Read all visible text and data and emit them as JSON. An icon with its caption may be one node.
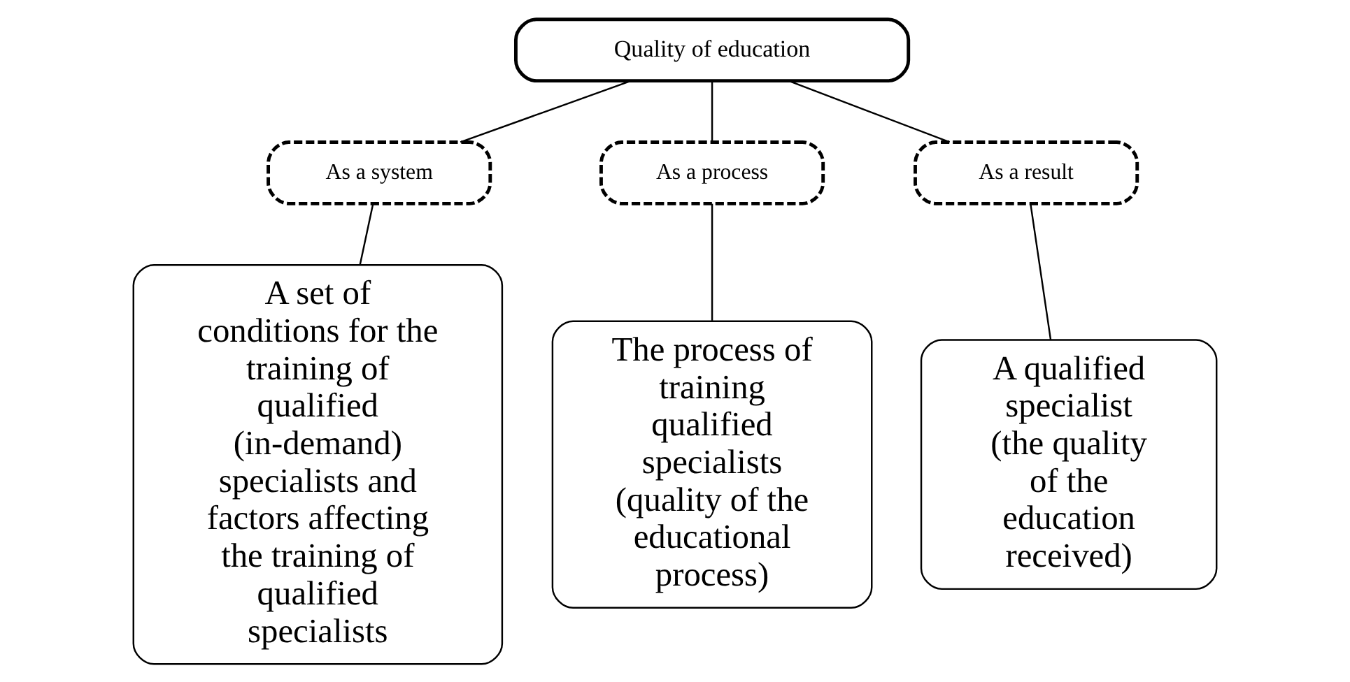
{
  "diagram": {
    "nodes": [
      {
        "text": [
          "Quality of education"
        ]
      },
      {
        "text": [
          "As a system"
        ]
      },
      {
        "text": [
          "As a process"
        ]
      },
      {
        "text": [
          "As a result"
        ]
      },
      {
        "text": [
          "A set of conditions for the training of qualified (in-demand) specialists and factors affecting the training of qualified specialists"
        ]
      },
      {
        "text": [
          "The process of training qualified specialists (quality of the educational process)"
        ]
      },
      {
        "text": [
          "A qualified specialist (the quality of the education received)"
        ]
      }
    ],
    "edges": [
      {
        "from": 0,
        "to": 1,
        "arrow": "none"
      },
      {
        "from": 0,
        "to": 2,
        "arrow": "none"
      },
      {
        "from": 0,
        "to": 3,
        "arrow": "none"
      },
      {
        "from": 1,
        "to": 4,
        "arrow": "none"
      },
      {
        "from": 2,
        "to": 5,
        "arrow": "none"
      },
      {
        "from": 3,
        "to": 6,
        "arrow": "none"
      }
    ]
  }
}
